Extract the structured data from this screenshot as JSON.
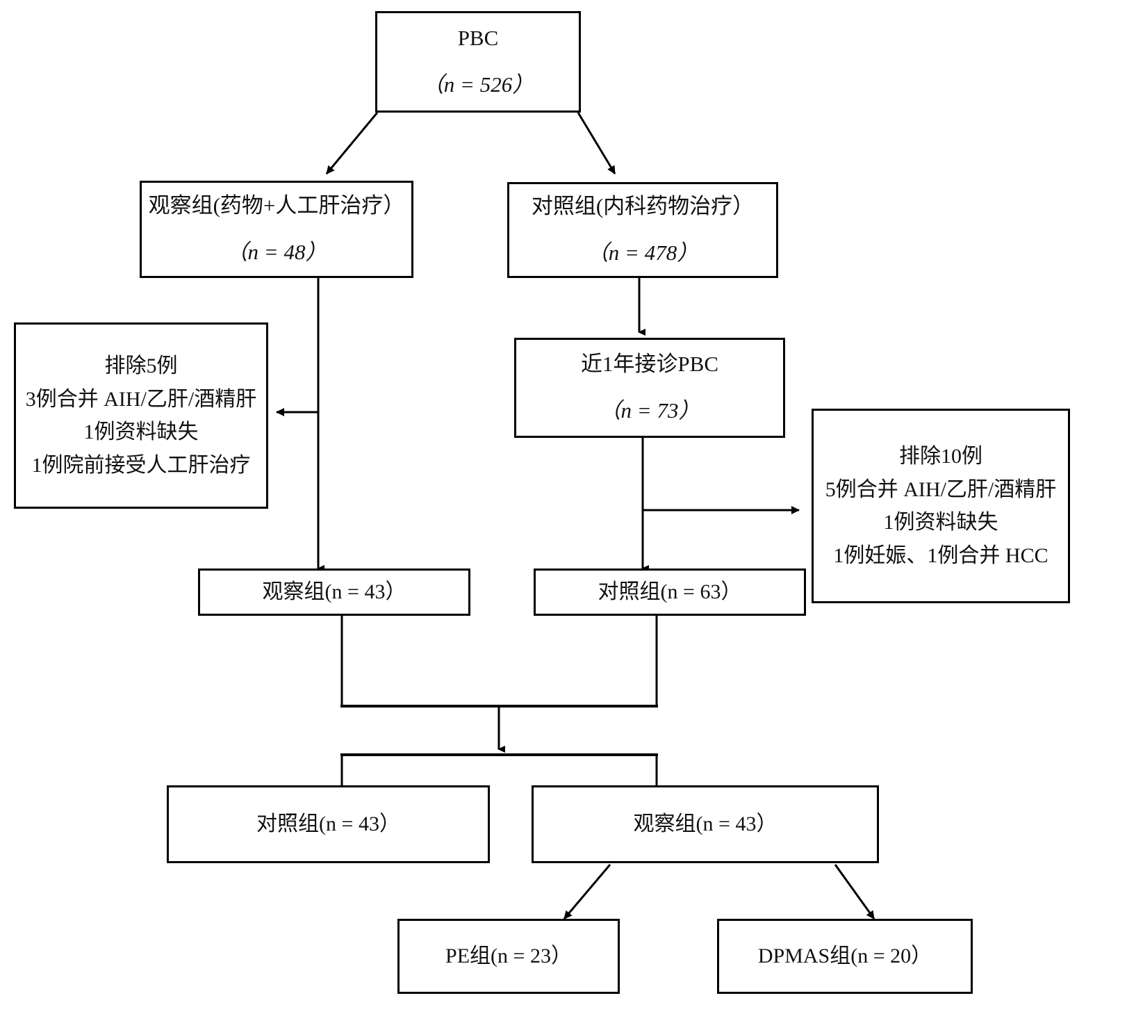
{
  "diagram": {
    "title": "PBC patient enrollment flow chart",
    "type": "flowchart",
    "stroke_color": "#000000",
    "background_color": "#ffffff",
    "nodes": {
      "root": {
        "id": "pbc-total",
        "line1": "PBC",
        "line2": "（n = 526）"
      },
      "observation_initial": {
        "id": "observation-group-initial",
        "line1": "观察组(药物+人工肝治疗）",
        "line2": "（n = 48）"
      },
      "control_initial": {
        "id": "control-group-initial",
        "line1": "对照组(内科药物治疗）",
        "line2": "（n = 478）"
      },
      "exclusion_left": {
        "id": "exclusion-observation",
        "line1": "排除5例",
        "line2": "3例合并 AIH/乙肝/酒精肝",
        "line3": "1例资料缺失",
        "line4": "1例院前接受人工肝治疗"
      },
      "recent_year": {
        "id": "recent-year-pbc",
        "line1": "近1年接诊PBC",
        "line2": "（n = 73）"
      },
      "exclusion_right": {
        "id": "exclusion-control",
        "line1": "排除10例",
        "line2": "5例合并 AIH/乙肝/酒精肝",
        "line3": "1例资料缺失",
        "line4": "1例妊娠、1例合并 HCC"
      },
      "observation_43": {
        "id": "observation-group-43",
        "line1": "观察组(n = 43）"
      },
      "control_63": {
        "id": "control-group-63",
        "line1": "对照组(n = 63）"
      },
      "control_43": {
        "id": "control-group-43-matched",
        "line1": "对照组(n = 43）"
      },
      "observation_43b": {
        "id": "observation-group-43-matched",
        "line1": "观察组(n = 43）"
      },
      "pe_group": {
        "id": "pe-group",
        "line1": "PE组(n = 23）"
      },
      "dpmas_group": {
        "id": "dpmas-group",
        "line1": "DPMAS组(n = 20）"
      }
    },
    "counts": {
      "pbc_total": 526,
      "observation_initial": 48,
      "control_initial": 478,
      "excluded_observation": 5,
      "recent_year_pbc": 73,
      "excluded_control": 10,
      "observation_final": 43,
      "control_screened": 63,
      "control_matched": 43,
      "observation_matched": 43,
      "pe": 23,
      "dpmas": 20
    }
  }
}
